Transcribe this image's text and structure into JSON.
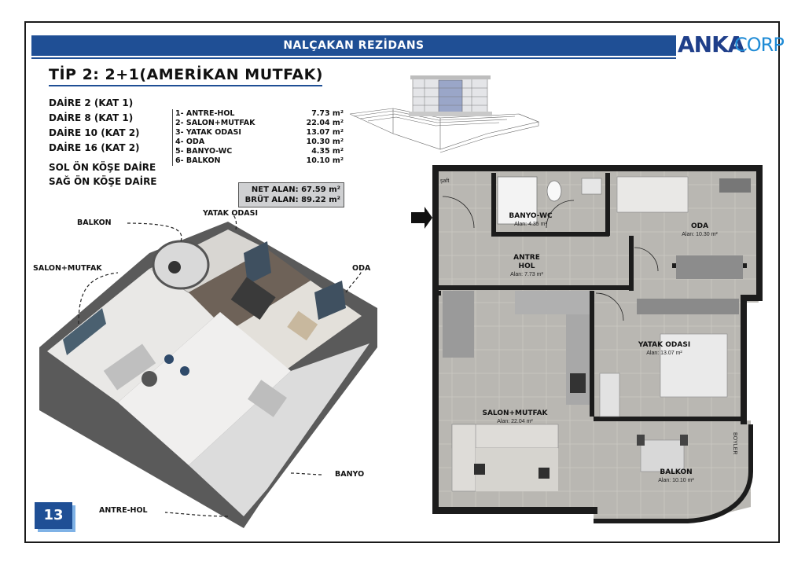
{
  "header": {
    "banner_title": "NALÇAKAN REZİDANS",
    "logo_part1": "ANKA",
    "logo_part2": "CORP"
  },
  "plan_type": {
    "title": "TİP 2: 2+1(AMERİKAN MUTFAK)"
  },
  "units": [
    "DAİRE 2 (KAT 1)",
    "DAİRE 8  (KAT 1)",
    "DAİRE 10 (KAT 2)",
    "DAİRE 16 (KAT 2)"
  ],
  "corners": [
    "SOL ÖN KÖŞE DAİRE",
    "SAĞ ÖN KÖŞE DAİRE"
  ],
  "areas": [
    {
      "label": "1- ANTRE-HOL",
      "value": "7.73 m²"
    },
    {
      "label": "2- SALON+MUTFAK",
      "value": "22.04 m²"
    },
    {
      "label": "3- YATAK ODASI",
      "value": "13.07 m²"
    },
    {
      "label": "4- ODA",
      "value": "10.30 m²"
    },
    {
      "label": "5- BANYO-WC",
      "value": "4.35 m²"
    },
    {
      "label": "6- BALKON",
      "value": "10.10 m²"
    }
  ],
  "totals": {
    "net": "NET ALAN: 67.59 m²",
    "gross": "BRÜT ALAN: 89.22 m²"
  },
  "iso_labels": {
    "balkon": "BALKON",
    "yatak_odasi": "YATAK ODASI",
    "salon_mutfak": "SALON+MUTFAK",
    "oda": "ODA",
    "banyo": "BANYO",
    "antre_hol": "ANTRE-HOL"
  },
  "plan_rooms": {
    "banyo_wc": {
      "name": "BANYO-WC",
      "area": "Alan: 4.35 m²"
    },
    "oda": {
      "name": "ODA",
      "area": "Alan: 10.30 m²"
    },
    "antre": {
      "name1": "ANTRE",
      "name2": "HOL",
      "area": "Alan: 7.73 m²"
    },
    "yatak_odasi": {
      "name": "YATAK ODASI",
      "area": "Alan: 13.07 m²"
    },
    "salon_mutfak": {
      "name": "SALON+MUTFAK",
      "area": "Alan: 22.04 m²"
    },
    "balkon": {
      "name": "BALKON",
      "area": "Alan: 10.10 m²"
    },
    "shaft_label": "şaft",
    "boyler_label": "BOYLER"
  },
  "page_number": "13",
  "colors": {
    "brand_blue": "#1f4f95",
    "logo_light_blue": "#1f8bd6",
    "floor_tile": "#b9b7b2",
    "wall": "#1c1c1c"
  }
}
